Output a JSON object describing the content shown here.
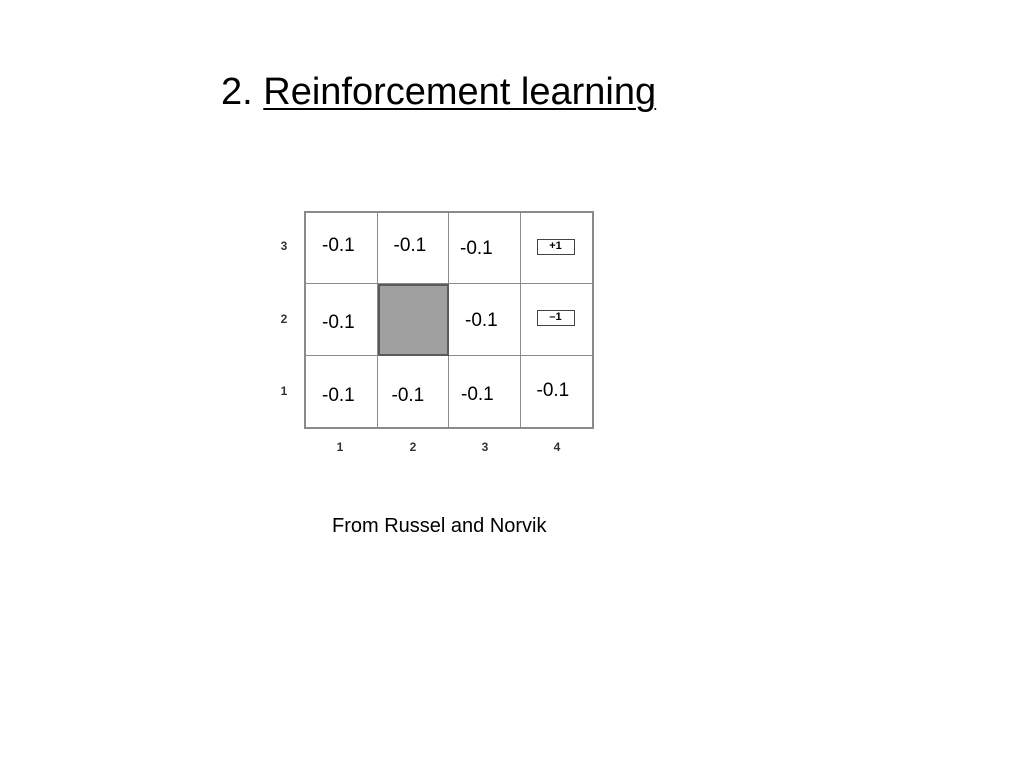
{
  "slide": {
    "number": "2.",
    "title": "Reinforcement learning",
    "caption": "From Russel and Norvik"
  },
  "grid_world": {
    "columns": [
      "1",
      "2",
      "3",
      "4"
    ],
    "rows": [
      "3",
      "2",
      "1"
    ],
    "cells": {
      "r3c1": "-0.1",
      "r3c2": "-0.1",
      "r3c3": "-0.1",
      "r3c4": "+1",
      "r2c1": "-0.1",
      "r2c2": "",
      "r2c3": "-0.1",
      "r2c4": "–1",
      "r1c1": "-0.1",
      "r1c2": "-0.1",
      "r1c3": "-0.1",
      "r1c4": "-0.1"
    },
    "obstacle_cell": "r2c2",
    "colors": {
      "grid_line": "#8a8a8a",
      "obstacle_fill": "#a0a0a0"
    }
  }
}
